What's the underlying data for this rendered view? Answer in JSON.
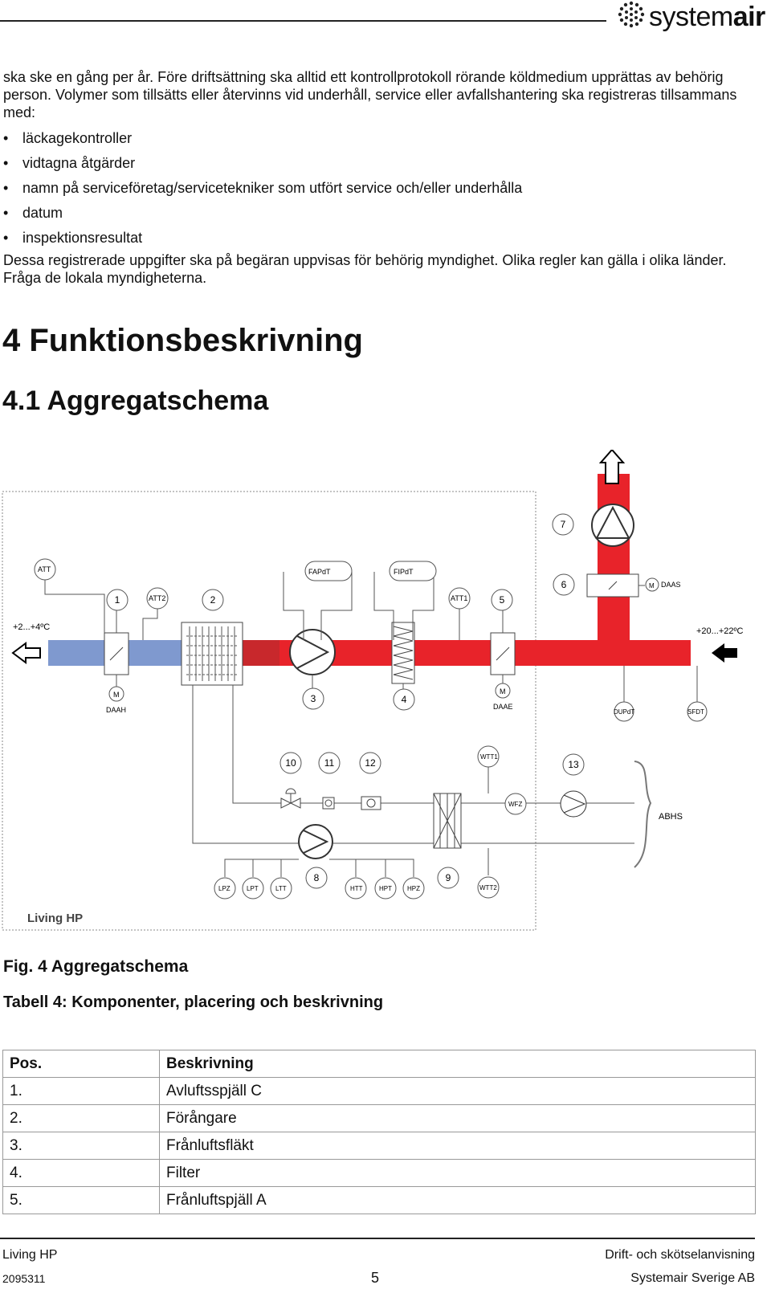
{
  "brand": {
    "logo_text": "system",
    "logo_bold": "air"
  },
  "intro": {
    "text": "ska ske en gång per år. Före driftsättning ska alltid ett kontrollprotokoll rörande köldmedium upprättas av behörig person. Volymer som tillsätts eller återvinns vid underhåll, service eller avfallshantering ska registreras tillsammans med:"
  },
  "bullets": [
    "läckagekontroller",
    "vidtagna åtgärder",
    "namn på serviceföretag/servicetekniker som utfört service och/eller underhålla",
    "datum",
    "inspektionsresultat"
  ],
  "after_bullets": "Dessa registrerade uppgifter ska på begäran uppvisas för behörig myndighet. Olika regler kan gälla i olika länder. Fråga de lokala myndigheterna.",
  "heading1": "4 Funktionsbeskrivning",
  "heading2": "4.1 Aggregatschema",
  "diagram": {
    "labels": {
      "att": "ATT",
      "att2": "ATT2",
      "att1": "ATT1",
      "fapdt": "FAPdT",
      "fipdt": "FIPdT",
      "temp_left": "+2...+4ºC",
      "temp_right": "+20...+22ºC",
      "daah": "DAAH",
      "daae": "DAAE",
      "daas": "DAAS",
      "dupdt": "DUPdT",
      "sfdt": "SFDT",
      "wtt1": "WTT1",
      "wtt2": "WTT2",
      "wfz": "WFZ",
      "abhs": "ABHS",
      "lpz": "LPZ",
      "lpt": "LPT",
      "ltt": "LTT",
      "htt": "HTT",
      "hpt": "HPT",
      "hpz": "HPZ",
      "m": "M",
      "unit_name": "Living HP"
    },
    "numbers": [
      "1",
      "2",
      "3",
      "4",
      "5",
      "6",
      "7",
      "8",
      "9",
      "10",
      "11",
      "12",
      "13"
    ],
    "colors": {
      "exhaust_red": "#e8232a",
      "dark_red": "#c8282c",
      "cold_blue": "#7f99cf",
      "line": "#555555"
    }
  },
  "figure_caption": "Fig.  4 Aggregatschema",
  "table_caption": "Tabell 4:  Komponenter, placering och beskrivning",
  "table": {
    "headers": [
      "Pos.",
      "Beskrivning"
    ],
    "rows": [
      [
        "1.",
        "Avluftsspjäll C"
      ],
      [
        "2.",
        "Förångare"
      ],
      [
        "3.",
        "Frånluftsfläkt"
      ],
      [
        "4.",
        "Filter"
      ],
      [
        "5.",
        "Frånluftspjäll A"
      ]
    ]
  },
  "footer": {
    "left_top": "Living HP",
    "left_bottom": "2095311",
    "page": "5",
    "right_top": "Drift- och skötselanvisning",
    "right_bottom": "Systemair Sverige AB"
  }
}
